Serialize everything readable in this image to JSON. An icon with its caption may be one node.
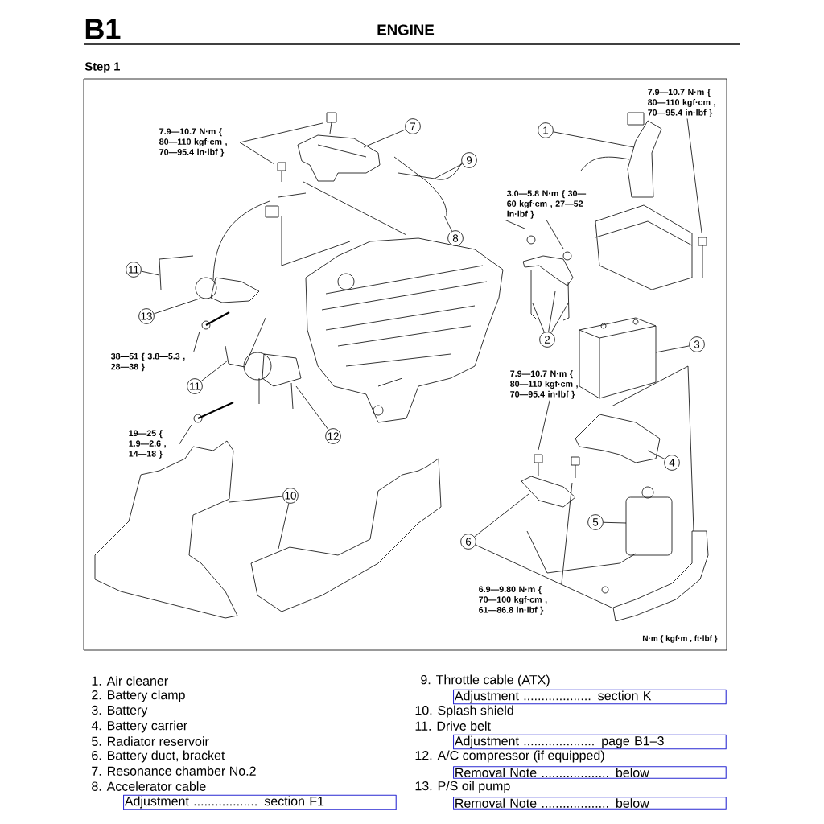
{
  "diagram": {
    "title": "ENGINE",
    "nodes": [
      {
        "text": [
          "1"
        ]
      },
      {
        "text": [
          "2"
        ]
      },
      {
        "text": [
          "3"
        ]
      },
      {
        "text": [
          "4"
        ]
      },
      {
        "text": [
          "5"
        ]
      },
      {
        "text": [
          "6"
        ]
      },
      {
        "text": [
          "7"
        ]
      },
      {
        "text": [
          "8"
        ]
      },
      {
        "text": [
          "9"
        ]
      },
      {
        "text": [
          "10"
        ]
      },
      {
        "text": [
          "11"
        ]
      },
      {
        "text": [
          "11"
        ]
      },
      {
        "text": [
          "12"
        ]
      },
      {
        "text": [
          "13"
        ]
      },
      {
        "text": [
          "7.9—10.7 N·m { 80—110 kgf·cm , 70—95.4 in·lbf }"
        ]
      },
      {
        "text": [
          "7.9—10.7 N·m { 80—110 kgf·cm , 70—95.4 in·lbf }"
        ]
      },
      {
        "text": [
          "3.0—5.8 N·m { 30—60 kgf·cm , 27—52 in·lbf }"
        ]
      },
      {
        "text": [
          "38—51 { 3.8—5.3 , 28—38 }"
        ]
      },
      {
        "text": [
          "19—25 { 1.9—2.6 , 14—18 }"
        ]
      },
      {
        "text": [
          "7.9—10.7 N·m { 80—110 kgf·cm , 70—95.4 in·lbf }"
        ]
      },
      {
        "text": [
          "6.9—9.80 N·m { 70—100 kgf·cm , 61—86.8 in·lbf }"
        ]
      },
      {
        "text": [
          "Adjustment .................. section F1"
        ]
      },
      {
        "text": [
          "Adjustment ................... section K"
        ]
      },
      {
        "text": [
          "Adjustment .................... page B1–3"
        ]
      },
      {
        "text": [
          "Removal Note ................... below"
        ]
      },
      {
        "text": [
          "Removal Note ................... below"
        ]
      }
    ],
    "edges": [
      {
        "from": 0,
        "to": null,
        "arrow": "none"
      },
      {
        "from": 1,
        "to": null,
        "arrow": "none"
      },
      {
        "from": 1,
        "to": null,
        "arrow": "none"
      },
      {
        "from": 1,
        "to": null,
        "arrow": "none"
      },
      {
        "from": 2,
        "to": null,
        "arrow": "none"
      },
      {
        "from": 3,
        "to": null,
        "arrow": "none"
      },
      {
        "from": 4,
        "to": null,
        "arrow": "none"
      },
      {
        "from": 5,
        "to": null,
        "arrow": "none"
      },
      {
        "from": 5,
        "to": null,
        "arrow": "none"
      },
      {
        "from": 6,
        "to": null,
        "arrow": "none"
      },
      {
        "from": 7,
        "to": null,
        "arrow": "none"
      },
      {
        "from": 8,
        "to": null,
        "arrow": "none"
      },
      {
        "from": 9,
        "to": null,
        "arrow": "none"
      },
      {
        "from": 9,
        "to": null,
        "arrow": "none"
      },
      {
        "from": 10,
        "to": null,
        "arrow": "none"
      },
      {
        "from": 11,
        "to": null,
        "arrow": "none"
      },
      {
        "from": 12,
        "to": null,
        "arrow": "none"
      },
      {
        "from": 13,
        "to": null,
        "arrow": "none"
      },
      {
        "from": 14,
        "to": null,
        "arrow": "none"
      },
      {
        "from": 14,
        "to": null,
        "arrow": "none"
      },
      {
        "from": 15,
        "to": null,
        "arrow": "none"
      },
      {
        "from": 16,
        "to": null,
        "arrow": "none"
      },
      {
        "from": 16,
        "to": null,
        "arrow": "none"
      },
      {
        "from": 17,
        "to": null,
        "arrow": "none"
      },
      {
        "from": 18,
        "to": null,
        "arrow": "none"
      },
      {
        "from": 19,
        "to": null,
        "arrow": "none"
      },
      {
        "from": 20,
        "to": null,
        "arrow": "none"
      }
    ],
    "labels": [
      "B1",
      "Step 1",
      "N·m { kgf·m , ft·lbf }",
      "1. Air cleaner",
      "2. Battery clamp",
      "3. Battery",
      "4. Battery carrier",
      "5. Radiator reservoir",
      "6. Battery duct, bracket",
      "7. Resonance chamber No.2",
      "8. Accelerator cable",
      "9. Throttle cable (ATX)",
      "10. Splash shield",
      "11. Drive belt",
      "12. A/C compressor (if equipped)",
      "13. P/S oil pump"
    ]
  }
}
